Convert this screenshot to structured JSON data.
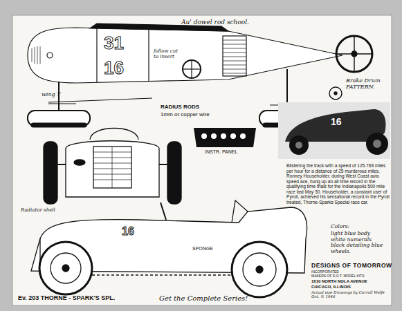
{
  "diagram": {
    "title": "Ev. 203 THORNE - SPARK'S SPL.",
    "labels": [
      "Au' dowel rod school.",
      "31",
      "16",
      "follow cut to insert",
      "wing T",
      "RADIUS RODS",
      "1mm or copper wire",
      "Brake Drum PATTERN.",
      "INSTR. PANEL",
      "Blistering the track with a speed of 125.769 miles per hour for a distance of 25 murderous miles, Ronney Householder, during West Coast auto speed ace, hung up an all time record in the qualifying time trials for the Indianapolis 500 mile race last May 30. Householder, a constant user of Pyroil, achieved his sensational record in the Pyroil treated, Thorne-Sparks Special race car.",
      "Colors:",
      "light blue body white numerals black detailing blue wheels.",
      "16",
      "SPONGE",
      "16",
      "Get the Complete Series!",
      "DESIGNS OF TOMORROW",
      "INCORPORATED",
      "MAKERS OF D.O.T. MODEL KITS",
      "1610 NORTH NOLA AVENUE",
      "CHICAGO, ILLINOIS",
      "Actual size Drawings by Carroll Wolfe Oct. © 1946",
      "Radiator shell"
    ]
  }
}
